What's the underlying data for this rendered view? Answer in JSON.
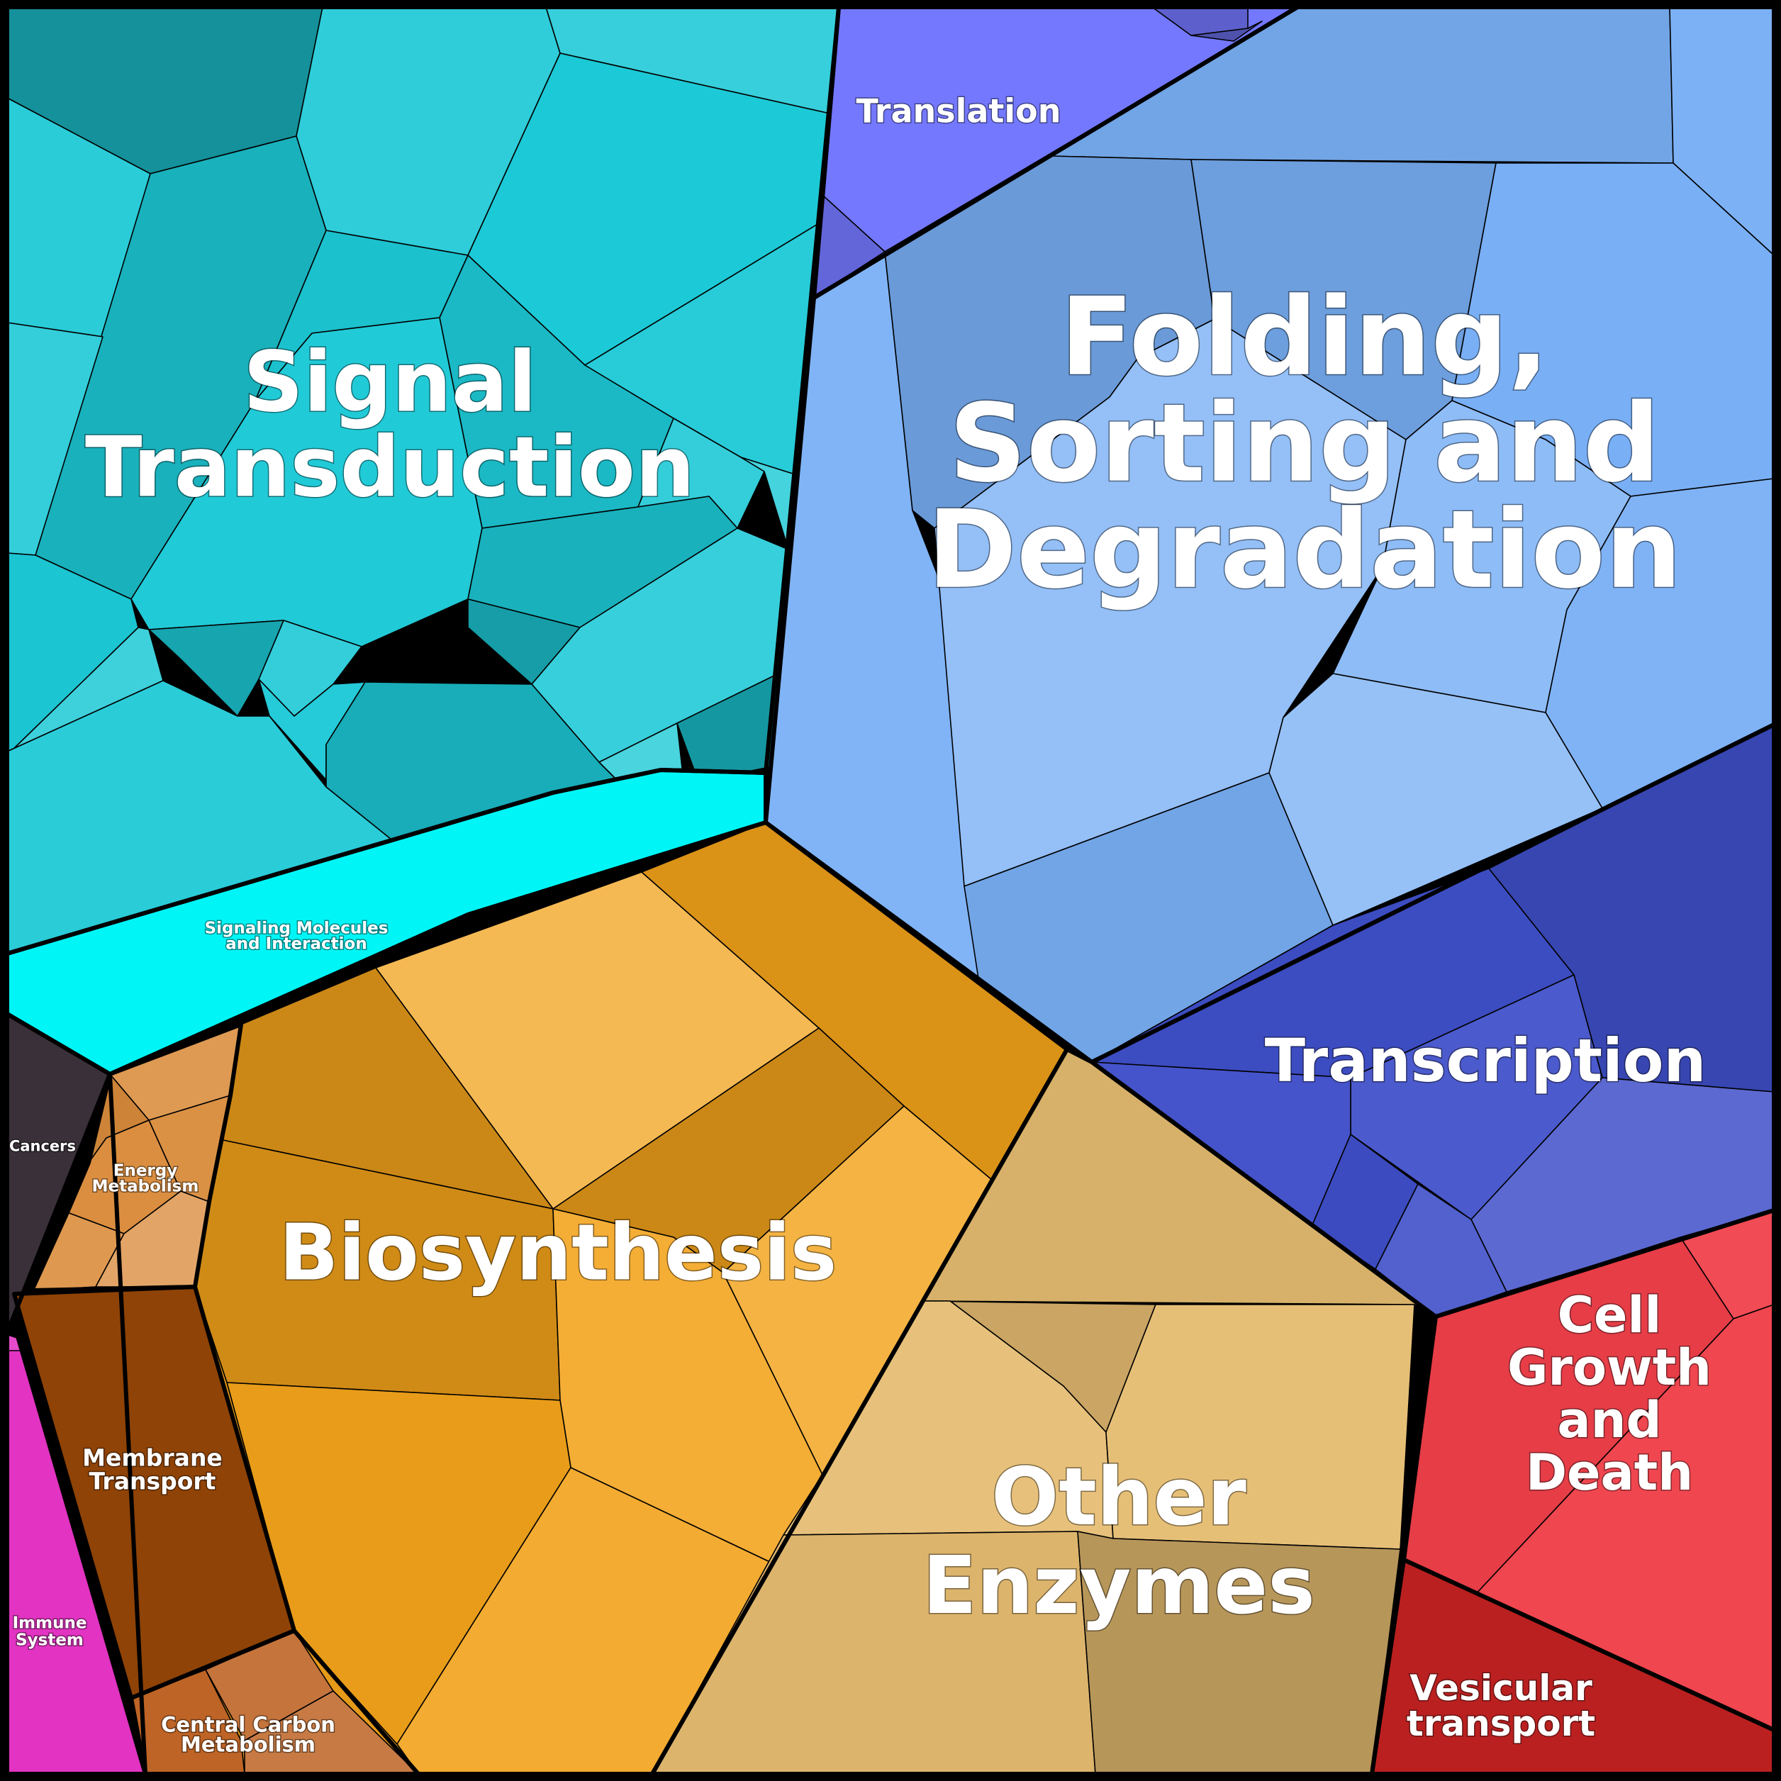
{
  "diagram": {
    "type": "voronoi-treemap",
    "colors": {
      "signal_transduction": "#1cc9d6",
      "signaling_molecules": "#00f6f6",
      "translation": "#7478ff",
      "folding": "#79aff5",
      "transcription": "#3f4fc9",
      "biosynthesis": "#f2a21a",
      "other_enzymes": "#e5bc70",
      "cell_growth": "#f0404a",
      "vesicular": "#ba2020",
      "cancers": "#3a3039",
      "energy": "#da8c3c",
      "membrane": "#8f4306",
      "central_carbon": "#be6426",
      "immune": "#e233c2"
    },
    "labels": {
      "signal_transduction": [
        "Signal",
        "Transduction"
      ],
      "folding": [
        "Folding,",
        "Sorting and",
        "Degradation"
      ],
      "translation": [
        "Translation"
      ],
      "signaling_molecules": [
        "Signaling Molecules",
        "and Interaction"
      ],
      "transcription": [
        "Transcription"
      ],
      "biosynthesis": [
        "Biosynthesis"
      ],
      "other_enzymes": [
        "Other",
        "Enzymes"
      ],
      "cell_growth": [
        "Cell",
        "Growth",
        "and",
        "Death"
      ],
      "vesicular": [
        "Vesicular",
        "transport"
      ],
      "cancers": [
        "Cancers"
      ],
      "energy": [
        "Energy",
        "Metabolism"
      ],
      "membrane": [
        "Membrane",
        "Transport"
      ],
      "central_carbon": [
        "Central Carbon",
        "Metabolism"
      ],
      "immune": [
        "Immune",
        "System"
      ]
    }
  }
}
